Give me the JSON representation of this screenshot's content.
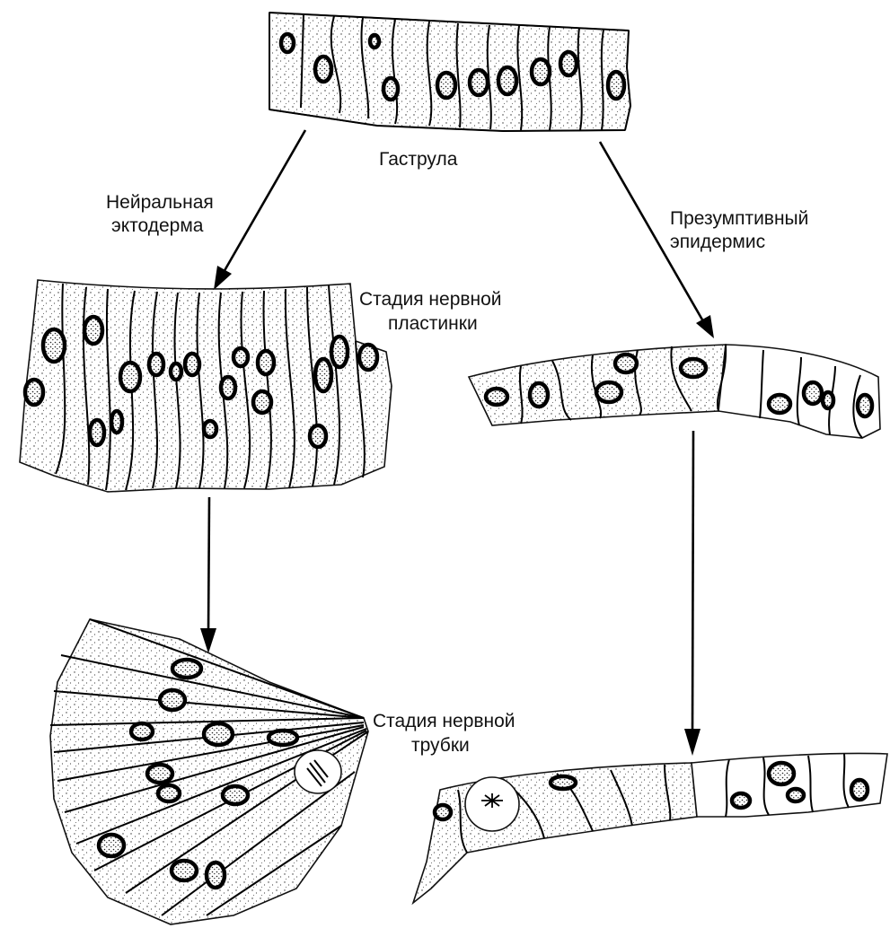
{
  "labels": {
    "gastrula": "Гаструла",
    "neural_ectoderm_1": "Нейральная",
    "neural_ectoderm_2": "эктодерма",
    "presumptive_epidermis_1": "Презумптивный",
    "presumptive_epidermis_2": "эпидермис",
    "neural_plate_1": "Стадия нервной",
    "neural_plate_2": "пластинки",
    "neural_tube_1": "Стадия нервной",
    "neural_tube_2": "трубки"
  },
  "colors": {
    "ink": "#111111",
    "paper": "#ffffff"
  }
}
